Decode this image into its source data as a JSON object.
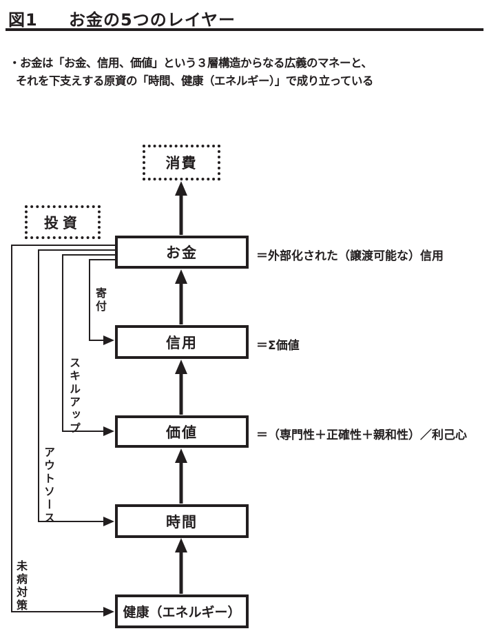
{
  "header": {
    "figure_label": "図1",
    "title": "お金の5つのレイヤー"
  },
  "intro": {
    "line1": "・お金は「お金、信用、価値」という３層構造からなる広義のマネーと、",
    "line2": "それを下支えする原資の「時間、健康（エネルギー）」で成り立っている"
  },
  "diagram": {
    "nodes": {
      "consumption": {
        "label": "消費",
        "style": "dotted"
      },
      "investment": {
        "label": "投資",
        "style": "dotted"
      },
      "money": {
        "label": "お金",
        "style": "solid"
      },
      "credit": {
        "label": "信用",
        "style": "solid"
      },
      "value": {
        "label": "価値",
        "style": "solid"
      },
      "time": {
        "label": "時間",
        "style": "solid"
      },
      "health": {
        "label": "健康（エネルギー）",
        "style": "solid"
      }
    },
    "annotations": {
      "money": "＝外部化された（譲渡可能な）信用",
      "credit": "＝Σ価値",
      "value": "＝（専門性＋正確性＋親和性）／利己心"
    },
    "edge_labels": {
      "donation": "寄付",
      "skillup": "スキルアップ",
      "outsource": "アウトソース",
      "preventive": "未病対策"
    },
    "flow_order_bottom_to_top": [
      "健康（エネルギー）",
      "時間",
      "価値",
      "信用",
      "お金",
      "消費"
    ],
    "colors": {
      "ink": "#221e1f",
      "background": "#ffffff"
    }
  }
}
